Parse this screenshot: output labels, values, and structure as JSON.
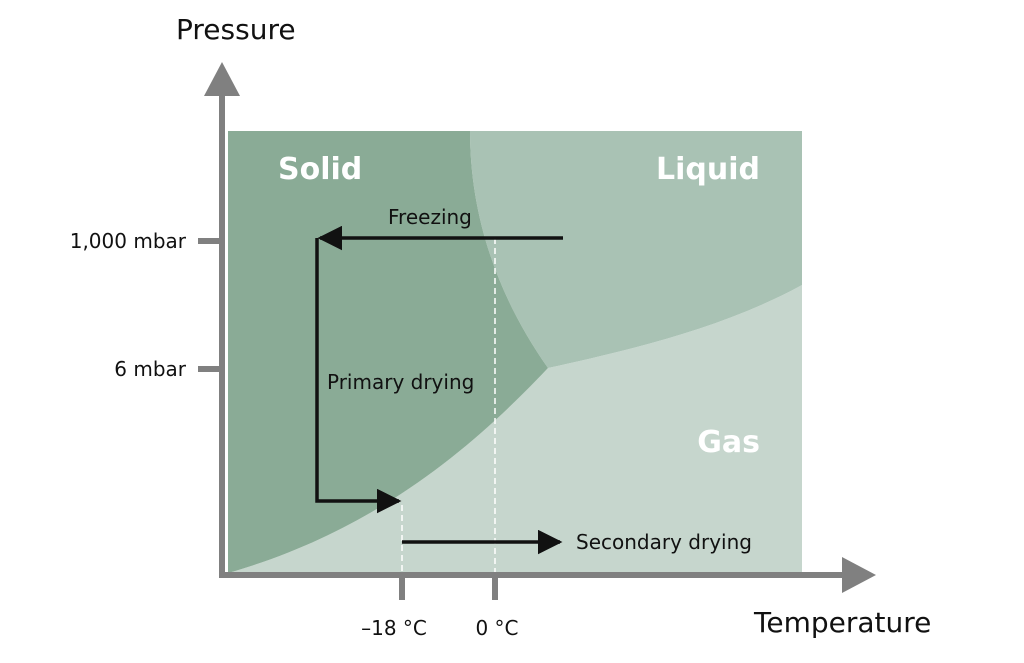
{
  "axes": {
    "y_title": "Pressure",
    "x_title": "Temperature",
    "y_ticks": [
      "1,000 mbar",
      "6 mbar"
    ],
    "x_ticks": [
      "–18 °C",
      "0 °C"
    ]
  },
  "regions": {
    "solid": "Solid",
    "liquid": "Liquid",
    "gas": "Gas"
  },
  "processes": {
    "freezing": "Freezing",
    "primary_drying": "Primary drying",
    "secondary_drying": "Secondary drying"
  },
  "colors": {
    "axis": "#808080",
    "solid": "#8aab96",
    "liquid": "#a9c2b4",
    "gas": "#c6d6cd",
    "arrow": "#111111",
    "guide": "#ffffff"
  }
}
